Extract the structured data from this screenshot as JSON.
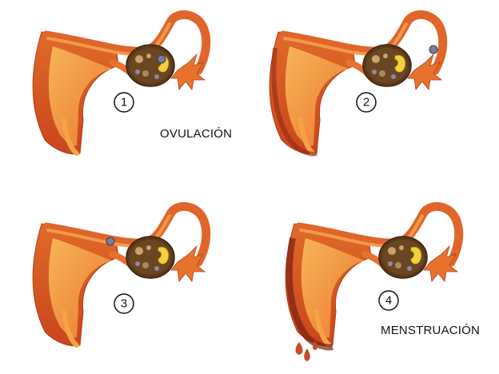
{
  "panels": [
    {
      "number": "1",
      "caption": "OVULACIÓN"
    },
    {
      "number": "2",
      "caption": ""
    },
    {
      "number": "3",
      "caption": ""
    },
    {
      "number": "4",
      "caption": "MENSTRUACIÓN"
    }
  ],
  "colors": {
    "tissue_light": "#f6a347",
    "tissue_mid": "#e8722c",
    "tissue_dark": "#c2421c",
    "lining_dark": "#7a1f12",
    "ovary": "#5a3a1a",
    "follicle": "#f2d23c",
    "ovum": "#8a8aa0",
    "blood": "#c84a28"
  }
}
